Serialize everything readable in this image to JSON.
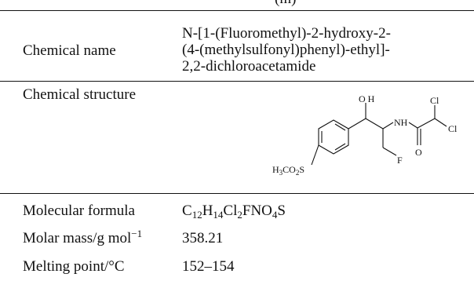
{
  "top_text": "(m)",
  "rows": {
    "chemical_name": {
      "label": "Chemical name",
      "value_lines": [
        "N-[1-(Fluoromethyl)-2-hydroxy-2-",
        "(4-(methylsulfonyl)phenyl)-ethyl]-",
        "2,2-dichloroacetamide"
      ]
    },
    "chemical_structure": {
      "label": "Chemical structure",
      "atoms": {
        "oh": "O H",
        "nh": "NH",
        "cl_top": "Cl",
        "cl_right": "Cl",
        "o": "O",
        "f": "F",
        "h3co2s": "H3CO2S"
      }
    },
    "molecular_formula": {
      "label": "Molecular formula",
      "parts": [
        "C",
        "12",
        "H",
        "14",
        "Cl",
        "2",
        "FNO",
        "4",
        "S"
      ]
    },
    "molar_mass": {
      "label": "Molar mass/g mol",
      "label_sup": "−1",
      "value": "358.21"
    },
    "melting_point": {
      "label": "Melting point/°C",
      "value": "152–154"
    }
  }
}
